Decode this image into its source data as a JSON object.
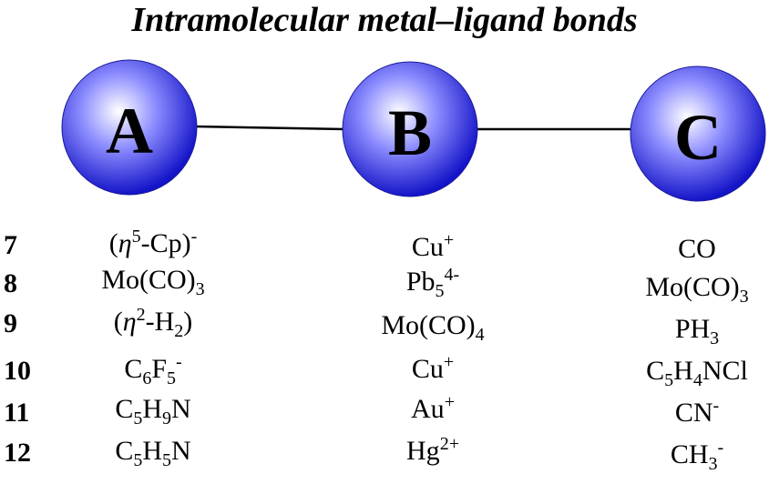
{
  "title": "Intramolecular metal–ligand bonds",
  "nodes": [
    {
      "label": "A"
    },
    {
      "label": "B"
    },
    {
      "label": "C"
    }
  ],
  "colors": {
    "sphere_light": "#ffffff",
    "sphere_mid": "#7070ff",
    "sphere_dark": "#1a1ad0",
    "edge": "#000000"
  },
  "rows": [
    {
      "num": "7",
      "a": "(η^5-Cp)-",
      "b": "Cu+",
      "c": "CO"
    },
    {
      "num": "8",
      "a": "Mo(CO)3",
      "b": "Pb5 4-",
      "c": "Mo(CO)3"
    },
    {
      "num": "9",
      "a": "(η^2-H2)",
      "b": "Mo(CO)4",
      "c": "PH3"
    },
    {
      "num": "10",
      "a": "C6F5-",
      "b": "Cu+",
      "c": "C5H4NCl"
    },
    {
      "num": "11",
      "a": "C5H9N",
      "b": "Au+",
      "c": "CN-"
    },
    {
      "num": "12",
      "a": "C5H5N",
      "b": "Hg2+",
      "c": "CH3-"
    }
  ]
}
